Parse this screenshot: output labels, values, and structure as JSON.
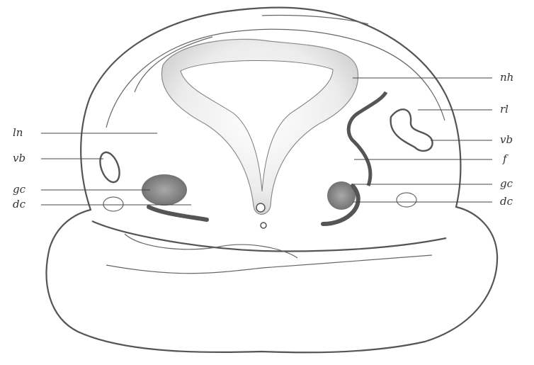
{
  "labels": {
    "nh": "nh",
    "rl": "rl",
    "vb_right": "vb",
    "f": "f",
    "gc_right": "gc",
    "dc_right": "dc",
    "ln": "ln",
    "vb_left": "vb",
    "gc_left": "gc",
    "dc_left": "dc"
  }
}
